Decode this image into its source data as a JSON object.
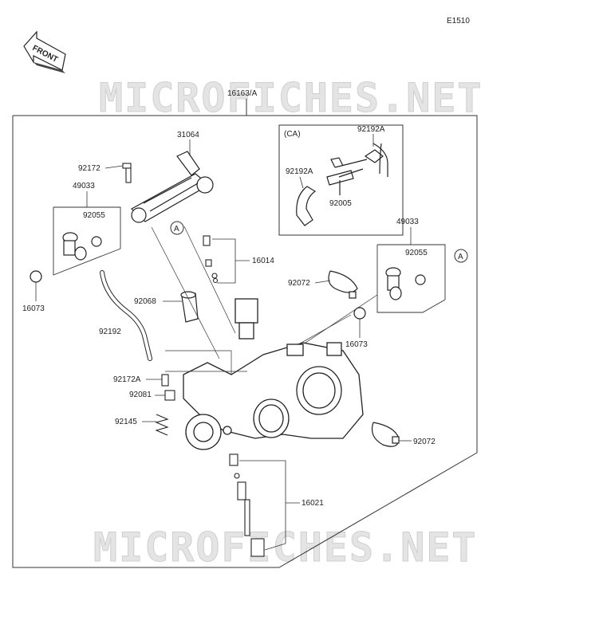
{
  "diagram_code": "E1510",
  "front_label": "FRONT",
  "watermark": "MICROFICHES.NET",
  "assembly_label": "16163/A",
  "ca_label": "(CA)",
  "callout_letter": "A",
  "parts": {
    "p31064": "31064",
    "p92172": "92172",
    "p49033_left": "49033",
    "p92055_left": "92055",
    "p16073_left": "16073",
    "p92192": "92192",
    "p92068": "92068",
    "p92172A": "92172A",
    "p92081": "92081",
    "p92145": "92145",
    "p16014": "16014",
    "p92072_top": "92072",
    "p49033_right": "49033",
    "p92055_right": "92055",
    "p16073_right": "16073",
    "p92072_bottom": "92072",
    "p16021": "16021",
    "ca_92192A_top": "92192A",
    "ca_92192A_left": "92192A",
    "ca_92005": "92005"
  }
}
